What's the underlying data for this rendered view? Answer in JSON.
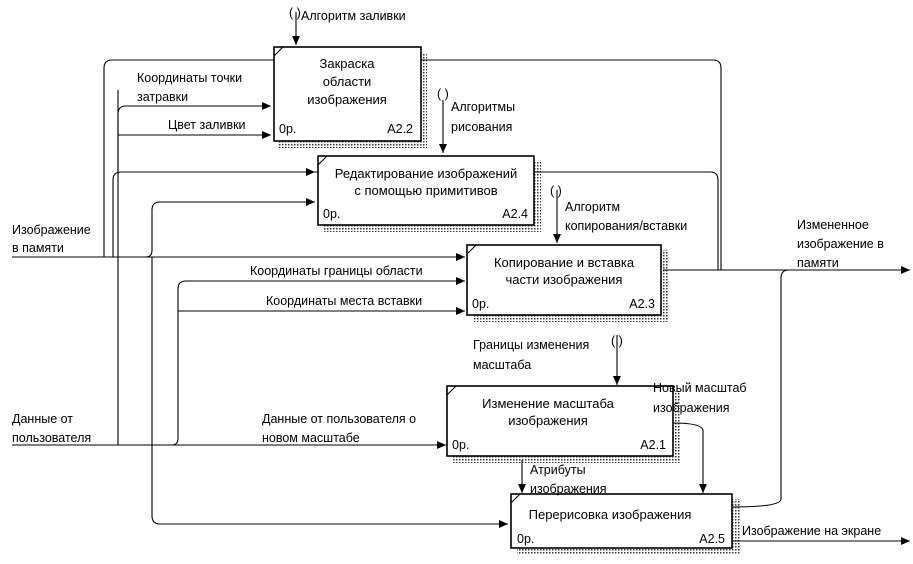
{
  "boxes": {
    "a22": {
      "title_l1": "Закраска",
      "title_l2": "области",
      "title_l3": "изображения",
      "cost": "0р.",
      "node": "A2.2"
    },
    "a24": {
      "title_l1": "Редактирование изображений",
      "title_l2": "с помощью примитивов",
      "cost": "0р.",
      "node": "A2.4"
    },
    "a23": {
      "title_l1": "Копирование и вставка",
      "title_l2": "части изображения",
      "cost": "0р.",
      "node": "A2.3"
    },
    "a21": {
      "title_l1": "Изменение масштаба",
      "title_l2": "изображения",
      "cost": "0р.",
      "node": "A2.1"
    },
    "a25": {
      "title_l1": "Перерисовка изображения",
      "cost": "0р.",
      "node": "A2.5"
    }
  },
  "arrows": {
    "fill_algo": "Алгоритм заливки",
    "seed_coords_l1": "Координаты точки",
    "seed_coords_l2": "затравки",
    "fill_color": "Цвет заливки",
    "draw_algos_l1": "Алгоритмы",
    "draw_algos_l2": "рисования",
    "copy_algo_l1": "Алгоритм",
    "copy_algo_l2": "копирования/вставки",
    "image_in_memory_l1": "Изображение",
    "image_in_memory_l2": "в памяти",
    "changed_image_l1": "Измененное",
    "changed_image_l2": "изображение в",
    "changed_image_l3": "памяти",
    "region_bounds": "Координаты границы области",
    "paste_coords": "Координаты места вставки",
    "scale_bounds_l1": "Границы изменения",
    "scale_bounds_l2": "масштаба",
    "user_data_l1": "Данные от",
    "user_data_l2": "пользователя",
    "user_scale_data_l1": "Данные от пользователя о",
    "user_scale_data_l2": "новом масштабе",
    "new_scale_l1": "Новый масштаб",
    "new_scale_l2": "изображения",
    "image_attrs_l1": "Атрибуты",
    "image_attrs_l2": "изображения",
    "image_on_screen": "Изображение на экране"
  },
  "tunnel_glyph": "( )"
}
